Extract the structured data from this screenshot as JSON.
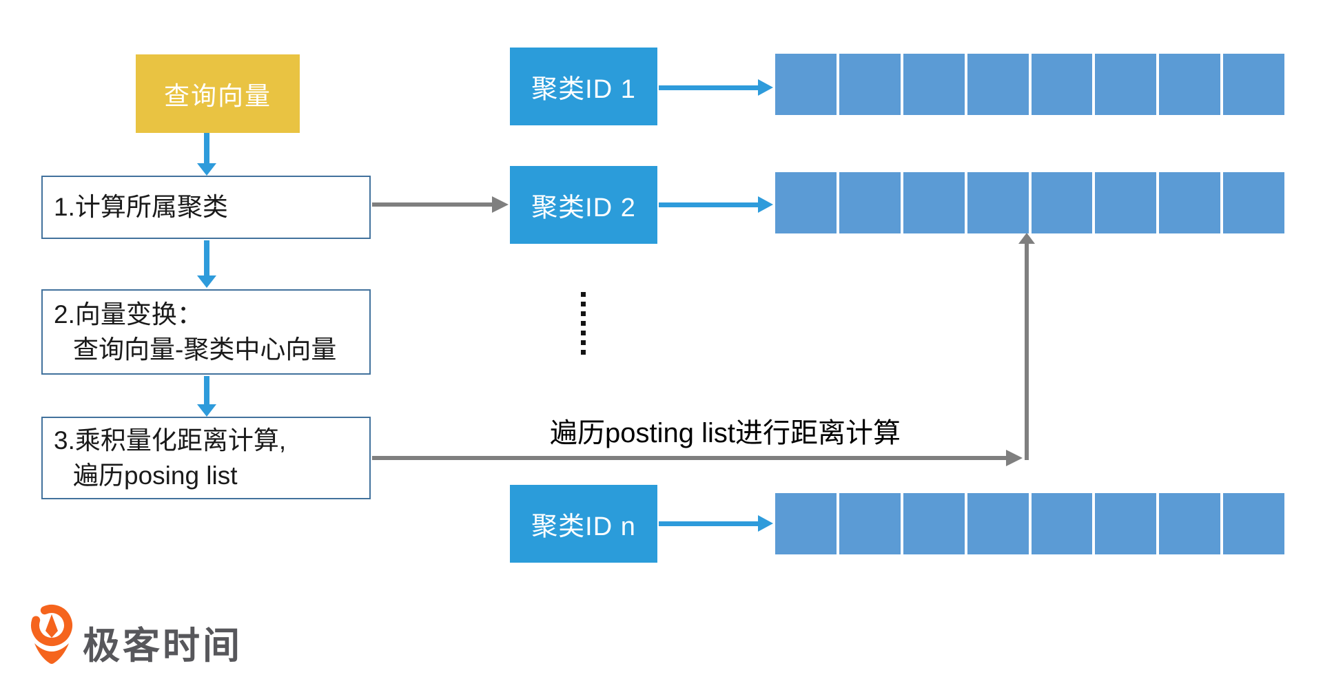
{
  "canvas": {
    "background": "#FFFFFF"
  },
  "colors": {
    "query_box_fill": "#E9C342",
    "cluster_box_fill": "#2B9CDA",
    "cell_fill": "#5B9BD5",
    "blue_arrow": "#2E9BDB",
    "gray_arrow": "#7F7F7F",
    "step_border": "#41719C",
    "logo_orange": "#F5641D",
    "logo_text_gray": "#57575B"
  },
  "flow": {
    "query_label": "查询向量",
    "steps": [
      {
        "lines": [
          "1.计算所属聚类"
        ]
      },
      {
        "lines": [
          "2.向量变换：",
          "查询向量-聚类中心向量"
        ]
      },
      {
        "lines": [
          "3.乘积量化距离计算,",
          "遍历posing list"
        ]
      }
    ]
  },
  "clusters": [
    {
      "label": "聚类ID 1",
      "cells": 8
    },
    {
      "label": "聚类ID 2",
      "cells": 8
    },
    {
      "label": "聚类ID n",
      "cells": 8
    }
  ],
  "ellipsis": {
    "count": 7
  },
  "annotation": {
    "traverse_label": "遍历posting list进行距离计算"
  },
  "logo": {
    "text": "极客时间"
  }
}
